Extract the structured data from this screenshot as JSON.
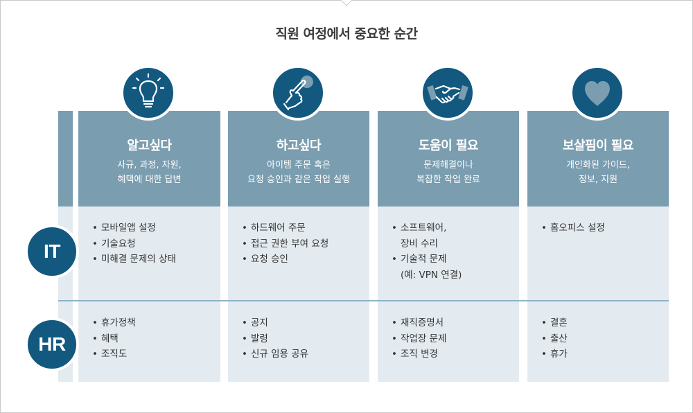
{
  "title": "직원 여정에서 중요한 순간",
  "rows": {
    "it": "IT",
    "hr": "HR"
  },
  "columns": [
    {
      "icon": "lightbulb-icon",
      "title": "알고싶다",
      "subtitle_lines": [
        "사규, 과정, 자원,",
        "혜택에 대한 답변"
      ],
      "it_items": [
        "모바일앱 설정",
        "기술요청",
        "미해결 문제의 상태"
      ],
      "hr_items": [
        "휴가정책",
        "혜택",
        "조직도"
      ]
    },
    {
      "icon": "pointing-hand-icon",
      "title": "하고싶다",
      "subtitle_lines": [
        "아이템 주문 혹은",
        "요청 승인과 같은 작업 실행"
      ],
      "it_items": [
        "하드웨어 주문",
        "접근 권한 부여 요청",
        "요청 승인"
      ],
      "hr_items": [
        "공지",
        "발령",
        "신규 임용 공유"
      ]
    },
    {
      "icon": "handshake-icon",
      "title": "도움이 필요",
      "subtitle_lines": [
        "문제해결이나",
        "복잡한 작업 완료"
      ],
      "it_items": [
        "소프트웨어,\n장비 수리",
        "기술적 문제\n(예: VPN 연결)"
      ],
      "hr_items": [
        "재직증명서",
        "작업장 문제",
        "조직 변경"
      ]
    },
    {
      "icon": "heart-icon",
      "title": "보살핌이 필요",
      "subtitle_lines": [
        "개인화된 가이드,",
        "정보, 지원"
      ],
      "it_items": [
        "홈오피스 설정"
      ],
      "hr_items": [
        "결혼",
        "출산",
        "휴가"
      ]
    }
  ],
  "colors": {
    "header": "#7a9db0",
    "body": "#e4ebf0",
    "accent": "#12587f",
    "divider": "#8db3c7"
  }
}
